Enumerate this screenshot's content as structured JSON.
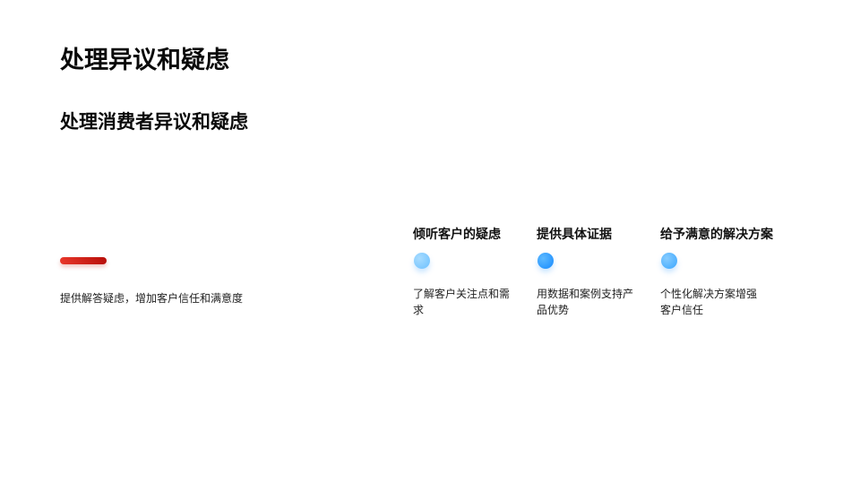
{
  "slide": {
    "title": "处理异议和疑虑",
    "subtitle": "处理消费者异议和疑虑",
    "summary": "提供解答疑虑，增加客户信任和满意度",
    "accent_color": "#d42418"
  },
  "steps": [
    {
      "title": "倾听客户的疑虑",
      "description": "了解客户关注点和需求",
      "dot_icon": "circle-dot-icon",
      "dot_color_light": "#9ad4ff",
      "dot_color_dark": "#5bb8ff"
    },
    {
      "title": "提供具体证据",
      "description": "用数据和案例支持产品优势",
      "dot_icon": "circle-dot-icon",
      "dot_color_light": "#58b7ff",
      "dot_color_dark": "#1d8fff"
    },
    {
      "title": "给予满意的解决方案",
      "description": "个性化解决方案增强客户信任",
      "dot_icon": "circle-dot-icon",
      "dot_color_light": "#7cc8ff",
      "dot_color_dark": "#3ba8ff"
    }
  ]
}
